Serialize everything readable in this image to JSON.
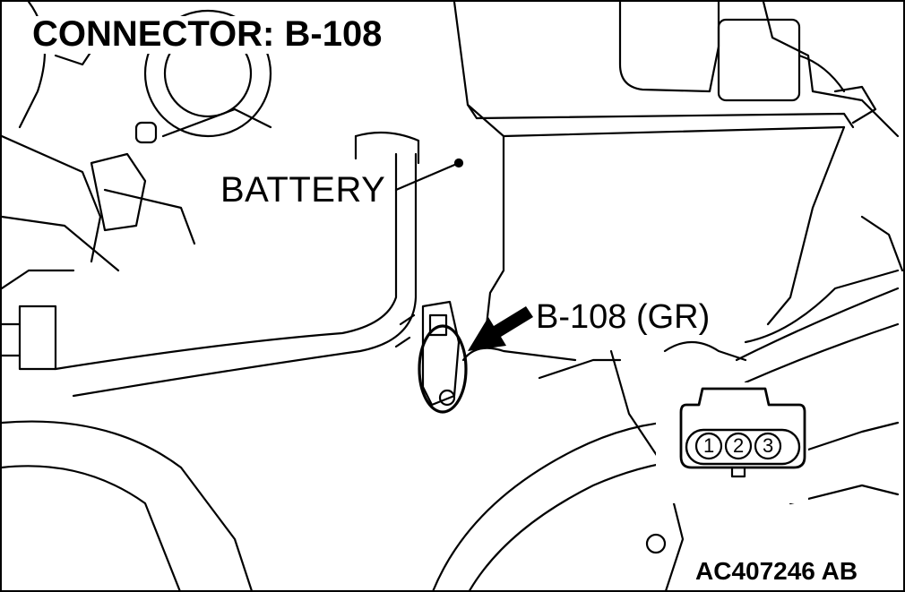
{
  "title": "CONNECTOR: B-108",
  "labels": {
    "battery": "BATTERY",
    "connector": "B-108 (GR)"
  },
  "connector_face": {
    "pins": [
      "1",
      "2",
      "3"
    ]
  },
  "figure_code": "AC407246 AB",
  "colors": {
    "line": "#000000",
    "background": "#ffffff"
  }
}
